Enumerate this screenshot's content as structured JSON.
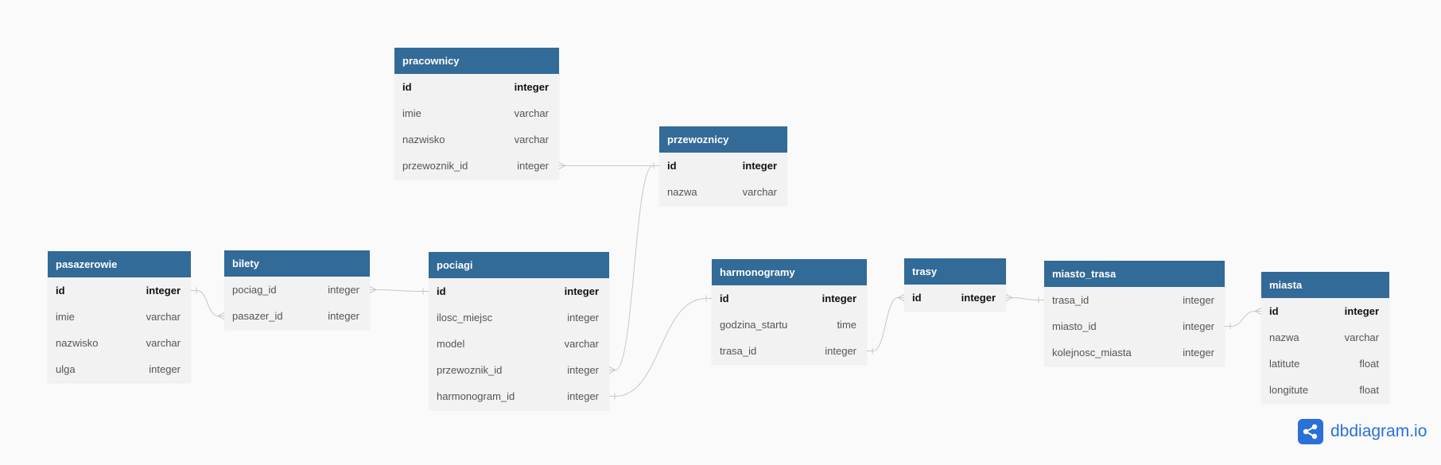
{
  "colors": {
    "header_bg": "#326a98",
    "header_text": "#ffffff",
    "body_bg": "#f2f2f2",
    "canvas_bg": "#fafafa",
    "link_line": "#c7c7c7",
    "brand": "#2a70d8"
  },
  "tables": [
    {
      "id": "pracownicy",
      "name": "pracownicy",
      "fields": [
        {
          "name": "id",
          "type": "integer",
          "pk": true
        },
        {
          "name": "imie",
          "type": "varchar",
          "pk": false
        },
        {
          "name": "nazwisko",
          "type": "varchar",
          "pk": false
        },
        {
          "name": "przewoznik_id",
          "type": "integer",
          "pk": false
        }
      ]
    },
    {
      "id": "przewoznicy",
      "name": "przewoznicy",
      "fields": [
        {
          "name": "id",
          "type": "integer",
          "pk": true
        },
        {
          "name": "nazwa",
          "type": "varchar",
          "pk": false
        }
      ]
    },
    {
      "id": "pasazerowie",
      "name": "pasazerowie",
      "fields": [
        {
          "name": "id",
          "type": "integer",
          "pk": true
        },
        {
          "name": "imie",
          "type": "varchar",
          "pk": false
        },
        {
          "name": "nazwisko",
          "type": "varchar",
          "pk": false
        },
        {
          "name": "ulga",
          "type": "integer",
          "pk": false
        }
      ]
    },
    {
      "id": "bilety",
      "name": "bilety",
      "fields": [
        {
          "name": "pociag_id",
          "type": "integer",
          "pk": false
        },
        {
          "name": "pasazer_id",
          "type": "integer",
          "pk": false
        }
      ]
    },
    {
      "id": "pociagi",
      "name": "pociagi",
      "fields": [
        {
          "name": "id",
          "type": "integer",
          "pk": true
        },
        {
          "name": "ilosc_miejsc",
          "type": "integer",
          "pk": false
        },
        {
          "name": "model",
          "type": "varchar",
          "pk": false
        },
        {
          "name": "przewoznik_id",
          "type": "integer",
          "pk": false
        },
        {
          "name": "harmonogram_id",
          "type": "integer",
          "pk": false
        }
      ]
    },
    {
      "id": "harmonogramy",
      "name": "harmonogramy",
      "fields": [
        {
          "name": "id",
          "type": "integer",
          "pk": true
        },
        {
          "name": "godzina_startu",
          "type": "time",
          "pk": false
        },
        {
          "name": "trasa_id",
          "type": "integer",
          "pk": false
        }
      ]
    },
    {
      "id": "trasy",
      "name": "trasy",
      "fields": [
        {
          "name": "id",
          "type": "integer",
          "pk": true
        }
      ]
    },
    {
      "id": "miasto_trasa",
      "name": "miasto_trasa",
      "fields": [
        {
          "name": "trasa_id",
          "type": "integer",
          "pk": false
        },
        {
          "name": "miasto_id",
          "type": "integer",
          "pk": false
        },
        {
          "name": "kolejnosc_miasta",
          "type": "integer",
          "pk": false
        }
      ]
    },
    {
      "id": "miasta",
      "name": "miasta",
      "fields": [
        {
          "name": "id",
          "type": "integer",
          "pk": true
        },
        {
          "name": "nazwa",
          "type": "varchar",
          "pk": false
        },
        {
          "name": "latitute",
          "type": "float",
          "pk": false
        },
        {
          "name": "longitute",
          "type": "float",
          "pk": false
        }
      ]
    }
  ],
  "relations": [
    {
      "from": "pracownicy.przewoznik_id",
      "to": "przewoznicy.id",
      "from_card": "many",
      "to_card": "one"
    },
    {
      "from": "pociagi.przewoznik_id",
      "to": "przewoznicy.id",
      "from_card": "many",
      "to_card": "one"
    },
    {
      "from": "bilety.pociag_id",
      "to": "pociagi.id",
      "from_card": "many",
      "to_card": "one"
    },
    {
      "from": "bilety.pasazer_id",
      "to": "pasazerowie.id",
      "from_card": "many",
      "to_card": "one"
    },
    {
      "from": "pociagi.harmonogram_id",
      "to": "harmonogramy.id",
      "from_card": "one",
      "to_card": "one"
    },
    {
      "from": "harmonogramy.trasa_id",
      "to": "trasy.id",
      "from_card": "one",
      "to_card": "many"
    },
    {
      "from": "miasto_trasa.trasa_id",
      "to": "trasy.id",
      "from_card": "one",
      "to_card": "many"
    },
    {
      "from": "miasto_trasa.miasto_id",
      "to": "miasta.id",
      "from_card": "one",
      "to_card": "many"
    }
  ],
  "branding": {
    "logo_icon": "share-nodes-icon",
    "text": "dbdiagram.io"
  }
}
